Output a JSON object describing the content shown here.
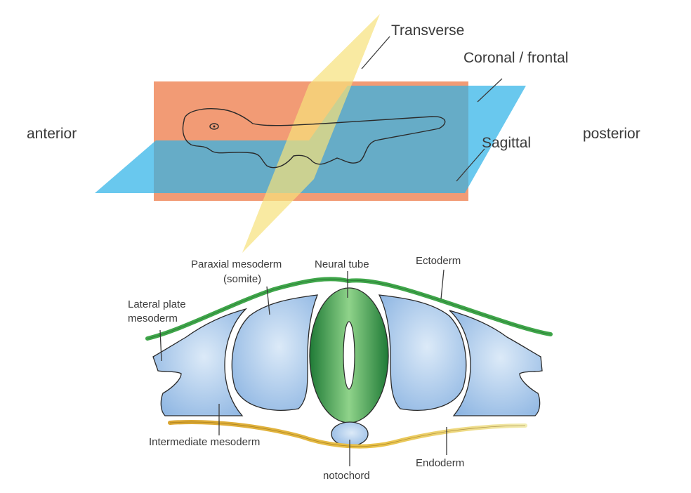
{
  "orientation": {
    "anterior": "anterior",
    "posterior": "posterior"
  },
  "planes": {
    "transverse": "Transverse",
    "coronal": "Coronal / frontal",
    "sagittal": "Sagittal"
  },
  "cross_section": {
    "paraxial_line1": "Paraxial mesoderm",
    "paraxial_line2": "(somite)",
    "neural_tube": "Neural tube",
    "ectoderm": "Ectoderm",
    "lateral_line1": "Lateral plate",
    "lateral_line2": "mesoderm",
    "intermediate": "Intermediate mesoderm",
    "notochord": "notochord",
    "endoderm": "Endoderm"
  },
  "colors": {
    "sagittal_plane": "#f08a5d",
    "coronal_plane": "#2fb3e8",
    "transverse_plane": "#f7e17a",
    "mesoderm": "#a9c9ec",
    "neural_tube": "#2f9a48",
    "ectoderm": "#3fa64a",
    "endoderm": "#e0b43a"
  }
}
